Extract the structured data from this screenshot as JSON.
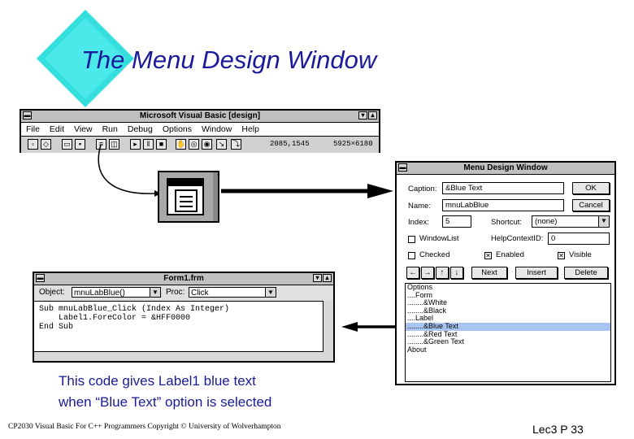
{
  "slide": {
    "title": "The Menu Design Window",
    "caption_line1": "This code gives Label1 blue text",
    "caption_line2": "when “Blue Text” option is selected",
    "footer": "CP2030 Visual Basic For C++ Programmers  Copyright © University of Wolverhampton",
    "slide_number": "Lec3 P 33",
    "colors": {
      "title": "#1a1a9a",
      "diamond": "#34dede",
      "selection": "#a8c4f0"
    }
  },
  "vb_window": {
    "title": "Microsoft Visual Basic [design]",
    "menu": [
      "File",
      "Edit",
      "View",
      "Run",
      "Debug",
      "Options",
      "Window",
      "Help"
    ],
    "coord1": "2085,1545",
    "coord2": "5925×6180"
  },
  "code_window": {
    "title": "Form1.frm",
    "object_label": "Object:",
    "object_value": "mnuLabBlue()",
    "proc_label": "Proc:",
    "proc_value": "Click",
    "lines": [
      "Sub mnuLabBlue_Click (Index As Integer)",
      "    Label1.ForeColor = &HFF0000",
      "End Sub"
    ]
  },
  "menu_design": {
    "title": "Menu Design Window",
    "caption_label": "Caption:",
    "caption_value": "&Blue Text",
    "name_label": "Name:",
    "name_value": "mnuLabBlue",
    "index_label": "Index:",
    "index_value": "5",
    "shortcut_label": "Shortcut:",
    "shortcut_value": "(none)",
    "windowlist_label": "WindowList",
    "helpcontext_label": "HelpContextID:",
    "helpcontext_value": "0",
    "checked_label": "Checked",
    "enabled_label": "Enabled",
    "visible_label": "Visible",
    "ok_label": "OK",
    "cancel_label": "Cancel",
    "next_label": "Next",
    "insert_label": "Insert",
    "delete_label": "Delete",
    "list_items": [
      "Options",
      "....Form",
      "........&White",
      "........&Black",
      "....Label",
      "........&Blue Text",
      "........&Red Text",
      "........&Green Text",
      "About"
    ],
    "selected_index": 5
  }
}
